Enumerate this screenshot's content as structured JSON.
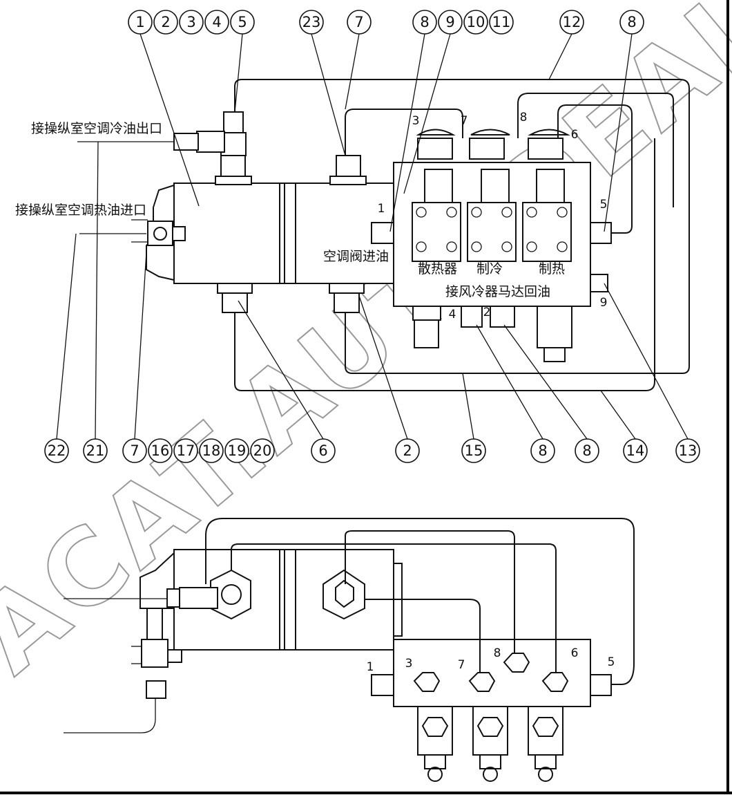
{
  "callouts_top": [
    "1",
    "2",
    "3",
    "4",
    "5",
    "23",
    "7",
    "8",
    "9",
    "10",
    "11",
    "12",
    "8"
  ],
  "callouts_bottom": [
    "22",
    "21",
    "7",
    "16",
    "17",
    "18",
    "19",
    "20",
    "6",
    "2",
    "15",
    "8",
    "8",
    "14",
    "13"
  ],
  "labels": {
    "cold_outlet": "接操纵室空调冷油出口",
    "hot_inlet": "接操纵室空调热油进口",
    "ac_valve_inlet": "空调阀进油",
    "radiator": "散热器",
    "cooling": "制冷",
    "heating": "制热",
    "fan_motor_return": "接风冷器马达回油"
  },
  "ports_top": [
    "3",
    "7",
    "8",
    "6",
    "1",
    "5",
    "9",
    "4",
    "2"
  ],
  "ports_bottom": [
    "1",
    "3",
    "7",
    "8",
    "6",
    "5"
  ],
  "watermark": "ACAT.AUTODEALER.RU"
}
